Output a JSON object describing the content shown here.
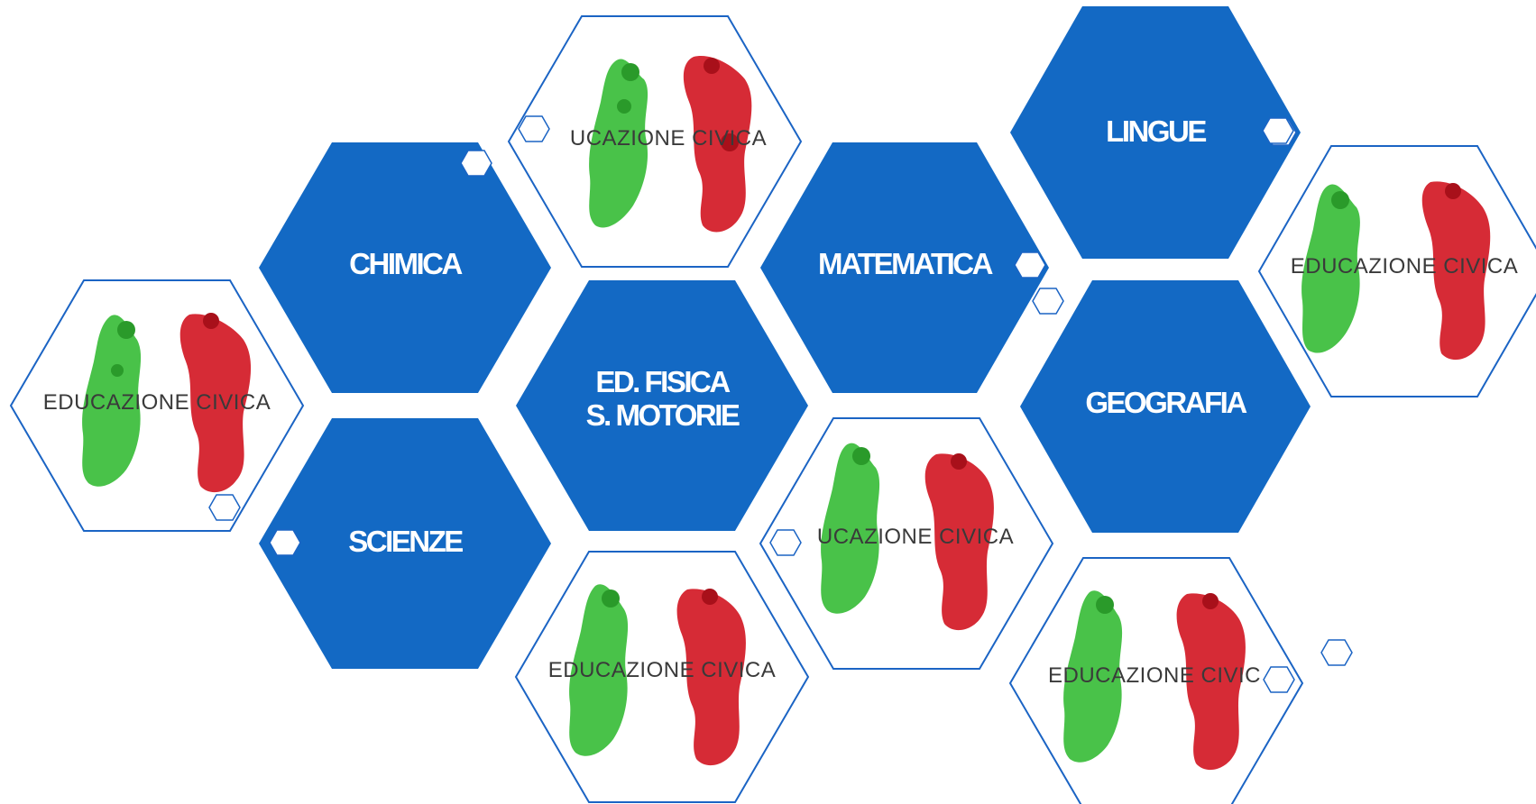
{
  "colors": {
    "hex_fill": "#1369c4",
    "hex_outline": "#1b64c4",
    "green_region": "#3fbf3f",
    "red_region": "#d4202b",
    "mini_outline": "#1b64c4"
  },
  "subjects": {
    "chimica": "CHIMICA",
    "matematica": "MATEMATICA",
    "lingue": "LINGUE",
    "ed_fisica": "ED. FISICA\nS. MOTORIE",
    "geografia": "GEOGRAFIA",
    "scienze": "SCIENZE"
  },
  "civica": {
    "full": "EDUCAZIONE CIVICA",
    "cropped_left": "UCAZIONE CIVICA",
    "cropped_right": "EDUCAZIONE CIVIC"
  }
}
